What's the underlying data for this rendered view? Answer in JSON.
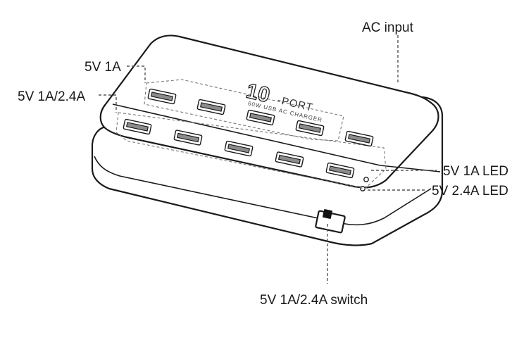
{
  "diagram": {
    "brand": {
      "number": "10",
      "word": "-PORT",
      "subtitle": "60W USB AC CHARGER"
    },
    "callouts": {
      "ac_input": "AC input",
      "top_row": "5V 1A",
      "bottom_row": "5V 1A/2.4A",
      "led_1a": "5V 1A LED",
      "led_24a": "5V 2.4A LED",
      "switch": "5V 1A/2.4A switch"
    },
    "ports": {
      "top_row_count": 5,
      "bottom_row_count": 5
    }
  }
}
